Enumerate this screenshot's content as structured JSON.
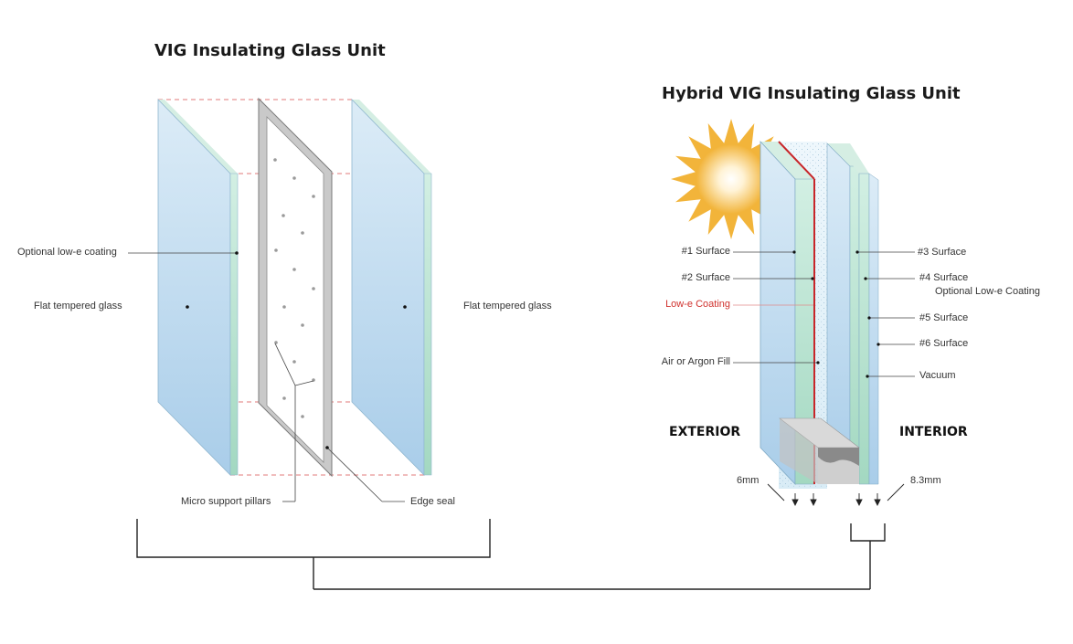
{
  "left_unit": {
    "title": "VIG Insulating Glass Unit",
    "labels": {
      "optional_low_e": "Optional low-e coating",
      "flat_glass_left": "Flat tempered glass",
      "flat_glass_right": "Flat tempered glass",
      "micro_pillars": "Micro support pillars",
      "edge_seal": "Edge seal"
    }
  },
  "right_unit": {
    "title": "Hybrid VIG Insulating Glass Unit",
    "labels": {
      "surface1": "#1 Surface",
      "surface2": "#2 Surface",
      "low_e": "Low-e Coating",
      "air_argon": "Air or Argon Fill",
      "surface3": "#3 Surface",
      "surface4": "#4 Surface",
      "optional_low_e": "Optional Low-e Coating",
      "surface5": "#5 Surface",
      "surface6": "#6 Surface",
      "vacuum": "Vacuum",
      "exterior": "EXTERIOR",
      "interior": "INTERIOR",
      "thick_6mm": "6mm",
      "thick_8_3mm": "8.3mm"
    }
  },
  "colors": {
    "glass_face": "#bcd9ee",
    "glass_edge": "#b5e0cc",
    "dashed_red": "#d0312d",
    "low_e_red": "#c8262a",
    "sun": "#f2b43a",
    "spacer_frame": "#b9b9b9",
    "leader_line": "#333333"
  },
  "icons": [
    "sun-icon",
    "pillar-dot-icon"
  ]
}
